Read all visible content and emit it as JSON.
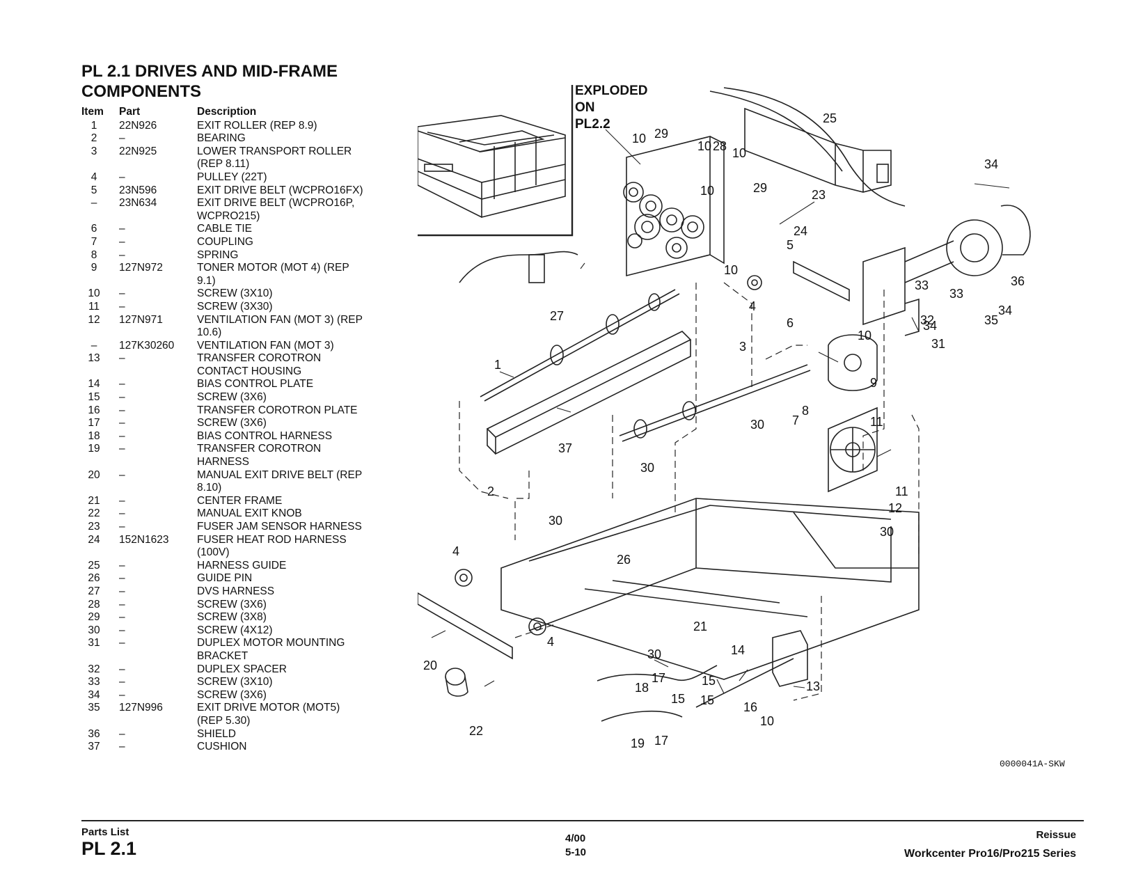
{
  "title": {
    "line1": "PL 2.1 DRIVES AND MID-FRAME",
    "line2": "COMPONENTS"
  },
  "table": {
    "headers": {
      "item": "Item",
      "part": "Part",
      "description": "Description"
    },
    "rows": [
      {
        "item": "1",
        "part": "22N926",
        "desc": [
          "EXIT ROLLER (REP 8.9)"
        ]
      },
      {
        "item": "2",
        "part": "–",
        "desc": [
          "BEARING"
        ]
      },
      {
        "item": "3",
        "part": "22N925",
        "desc": [
          "LOWER TRANSPORT ROLLER",
          "(REP 8.11)"
        ]
      },
      {
        "item": "4",
        "part": "–",
        "desc": [
          "PULLEY (22T)"
        ]
      },
      {
        "item": "5",
        "part": "23N596",
        "desc": [
          "EXIT DRIVE BELT (WCPRO16FX)"
        ]
      },
      {
        "item": "–",
        "part": "23N634",
        "desc": [
          "EXIT DRIVE BELT (WCPRO16P,",
          "WCPRO215)"
        ]
      },
      {
        "item": "6",
        "part": "–",
        "desc": [
          "CABLE TIE"
        ]
      },
      {
        "item": "7",
        "part": "–",
        "desc": [
          "COUPLING"
        ]
      },
      {
        "item": "8",
        "part": "–",
        "desc": [
          "SPRING"
        ]
      },
      {
        "item": "9",
        "part": "127N972",
        "desc": [
          "TONER MOTOR (MOT 4) (REP",
          "9.1)"
        ]
      },
      {
        "item": "10",
        "part": "–",
        "desc": [
          "SCREW (3X10)"
        ]
      },
      {
        "item": "11",
        "part": "–",
        "desc": [
          "SCREW (3X30)"
        ]
      },
      {
        "item": "12",
        "part": "127N971",
        "desc": [
          "VENTILATION FAN (MOT 3) (REP",
          "10.6)"
        ]
      },
      {
        "item": "–",
        "part": "127K30260",
        "desc": [
          "VENTILATION FAN (MOT 3)"
        ]
      },
      {
        "item": "13",
        "part": "–",
        "desc": [
          "TRANSFER COROTRON",
          "CONTACT HOUSING"
        ]
      },
      {
        "item": "14",
        "part": "–",
        "desc": [
          "BIAS CONTROL PLATE"
        ]
      },
      {
        "item": "15",
        "part": "–",
        "desc": [
          "SCREW (3X6)"
        ]
      },
      {
        "item": "16",
        "part": "–",
        "desc": [
          "TRANSFER COROTRON PLATE"
        ]
      },
      {
        "item": "17",
        "part": "–",
        "desc": [
          "SCREW (3X6)"
        ]
      },
      {
        "item": "18",
        "part": "–",
        "desc": [
          "BIAS CONTROL HARNESS"
        ]
      },
      {
        "item": "19",
        "part": "–",
        "desc": [
          "TRANSFER COROTRON",
          "HARNESS"
        ]
      },
      {
        "item": "20",
        "part": "–",
        "desc": [
          "MANUAL EXIT DRIVE BELT (REP",
          "8.10)"
        ]
      },
      {
        "item": "21",
        "part": "–",
        "desc": [
          "CENTER FRAME"
        ]
      },
      {
        "item": "22",
        "part": "–",
        "desc": [
          "MANUAL EXIT KNOB"
        ]
      },
      {
        "item": "23",
        "part": "–",
        "desc": [
          "FUSER JAM SENSOR HARNESS"
        ]
      },
      {
        "item": "24",
        "part": "152N1623",
        "desc": [
          "FUSER HEAT ROD HARNESS",
          "(100V)"
        ]
      },
      {
        "item": "25",
        "part": "–",
        "desc": [
          "HARNESS GUIDE"
        ]
      },
      {
        "item": "26",
        "part": "–",
        "desc": [
          "GUIDE PIN"
        ]
      },
      {
        "item": "27",
        "part": "–",
        "desc": [
          "DVS HARNESS"
        ]
      },
      {
        "item": "28",
        "part": "–",
        "desc": [
          "SCREW (3X6)"
        ]
      },
      {
        "item": "29",
        "part": "–",
        "desc": [
          "SCREW (3X8)"
        ]
      },
      {
        "item": "30",
        "part": "–",
        "desc": [
          "SCREW (4X12)"
        ]
      },
      {
        "item": "31",
        "part": "–",
        "desc": [
          "DUPLEX MOTOR MOUNTING",
          "BRACKET"
        ]
      },
      {
        "item": "32",
        "part": "–",
        "desc": [
          "DUPLEX SPACER"
        ]
      },
      {
        "item": "33",
        "part": "–",
        "desc": [
          "SCREW (3X10)"
        ]
      },
      {
        "item": "34",
        "part": "–",
        "desc": [
          "SCREW (3X6)"
        ]
      },
      {
        "item": "35",
        "part": "127N996",
        "desc": [
          "EXIT DRIVE MOTOR (MOT5)",
          "(REP 5.30)"
        ]
      },
      {
        "item": "36",
        "part": "–",
        "desc": [
          "SHIELD"
        ]
      },
      {
        "item": "37",
        "part": "–",
        "desc": [
          "CUSHION"
        ]
      }
    ]
  },
  "diagram": {
    "exploded_note": [
      "EXPLODED",
      "ON",
      "PL2.2"
    ],
    "callouts": [
      "1",
      "2",
      "3",
      "4",
      "4",
      "4",
      "5",
      "6",
      "7",
      "8",
      "9",
      "10",
      "10",
      "10",
      "10",
      "10",
      "10",
      "10",
      "11",
      "11",
      "12",
      "13",
      "14",
      "15",
      "15",
      "15",
      "16",
      "17",
      "17",
      "18",
      "19",
      "20",
      "21",
      "22",
      "23",
      "24",
      "25",
      "26",
      "27",
      "28",
      "29",
      "29",
      "30",
      "30",
      "30",
      "30",
      "30",
      "31",
      "32",
      "33",
      "33",
      "34",
      "34",
      "34",
      "35",
      "36",
      "37"
    ],
    "reference_code": "0000041A-SKW"
  },
  "footer": {
    "section_label": "Parts List",
    "section_code": "PL 2.1",
    "date": "4/00",
    "page": "5-10",
    "status": "Reissue",
    "series": "Workcenter Pro16/Pro215 Series"
  }
}
